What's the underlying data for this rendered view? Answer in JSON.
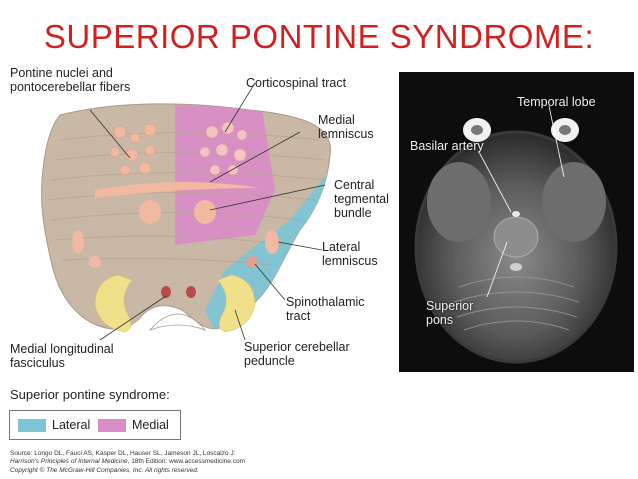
{
  "title": "SUPERIOR PONTINE SYNDROME:",
  "diagram": {
    "labels": {
      "pontine_nuclei_1": "Pontine nuclei and",
      "pontine_nuclei_2": "pontocerebellar fibers",
      "corticospinal": "Corticospinal tract",
      "medial_lemniscus_1": "Medial",
      "medial_lemniscus_2": "lemniscus",
      "central_tegmental_1": "Central",
      "central_tegmental_2": "tegmental",
      "central_tegmental_3": "bundle",
      "lateral_lemniscus_1": "Lateral",
      "lateral_lemniscus_2": "lemniscus",
      "spinothalamic_1": "Spinothalamic",
      "spinothalamic_2": "tract",
      "mlf_1": "Medial longitudinal",
      "mlf_2": "fasciculus",
      "scp_1": "Superior cerebellar",
      "scp_2": "peduncle"
    },
    "colors": {
      "lateral": "#7fc4d4",
      "medial": "#d98cc8",
      "tissue": "#c9b8a6",
      "yellow": "#f0e08a",
      "salmon": "#f0b9a0",
      "dark_red": "#b84a4a"
    }
  },
  "mri": {
    "temporal_lobe": "Temporal lobe",
    "basilar_artery": "Basilar artery",
    "superior_pons_1": "Superior",
    "superior_pons_2": "pons"
  },
  "legend": {
    "title": "Superior pontine syndrome:",
    "items": [
      {
        "label": "Lateral",
        "color": "#7fc4d4"
      },
      {
        "label": "Medial",
        "color": "#d98cc8"
      }
    ]
  },
  "source": {
    "line1": "Source: Longo DL, Fauci AS, Kasper DL, Hauser SL, Jameson JL, Loscalzo J:",
    "line2_italic": "Harrison's Principles of Internal Medicine",
    "line2_rest": ", 18th Edition: www.accessmedicine.com",
    "line3": "Copyright © The McGraw-Hill Companies, Inc. All rights reserved."
  }
}
